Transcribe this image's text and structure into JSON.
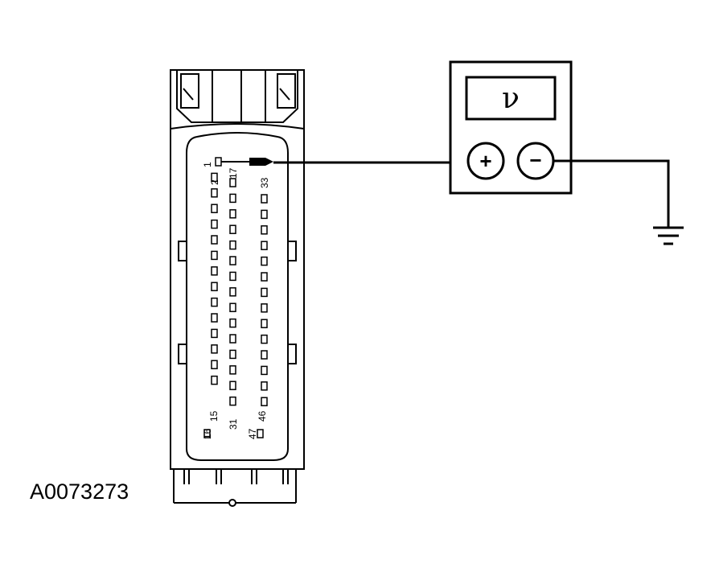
{
  "figure": {
    "reference_id": "A0073273"
  },
  "connector": {
    "pins": {
      "left_column": {
        "first": 1,
        "last": 15
      },
      "left_extra": {
        "number": 16
      },
      "middle_column": {
        "first": 17,
        "last": 31
      },
      "right_column": {
        "first": 33,
        "last": 46
      },
      "right_extra": {
        "number": 47
      }
    },
    "labels": {
      "pin1": "1",
      "pin2": "2",
      "pin15": "15",
      "pin16": "16",
      "pin17": "17",
      "pin31": "31",
      "pin33": "33",
      "pin46": "46",
      "pin47": "47"
    }
  },
  "meter": {
    "display_symbol": "ν",
    "positive_symbol": "+",
    "negative_symbol": "−"
  }
}
